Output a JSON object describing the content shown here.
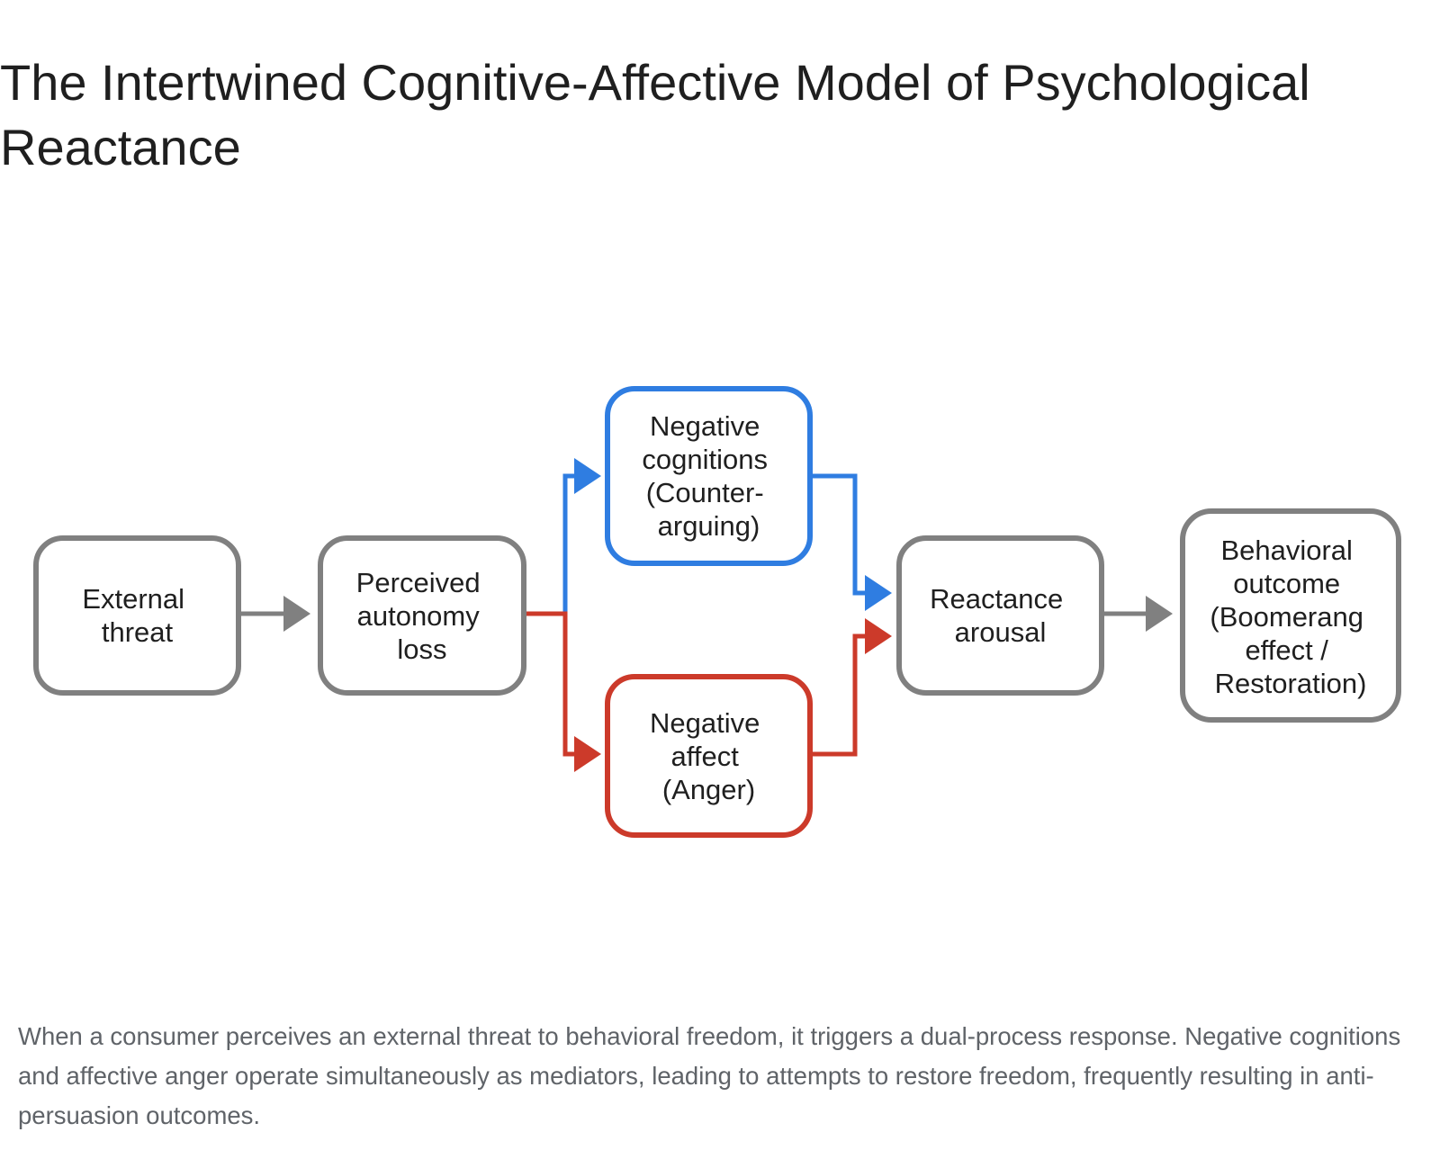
{
  "title": "The Intertwined Cognitive-Affective Model of Psychological Reactance",
  "caption": "When a consumer perceives an external threat to behavioral freedom, it triggers a dual-process response. Negative cognitions and affective anger operate simultaneously as mediators, leading to attempts to restore freedom, frequently resulting in anti-persuasion outcomes.",
  "colors": {
    "neutral": "#808080",
    "cognitive": "#2f7de1",
    "affective": "#cc3a2a",
    "text": "#1f1f1f",
    "caption": "#5f6368"
  },
  "nodes": {
    "external_threat": {
      "lines": [
        "External",
        "threat"
      ]
    },
    "autonomy_loss": {
      "lines": [
        "Perceived",
        "autonomy",
        "loss"
      ]
    },
    "negative_cognitions": {
      "lines": [
        "Negative",
        "cognitions",
        "(Counter-",
        "arguing)"
      ]
    },
    "negative_affect": {
      "lines": [
        "Negative",
        "affect",
        "(Anger)"
      ]
    },
    "reactance_arousal": {
      "lines": [
        "Reactance",
        "arousal"
      ]
    },
    "behavioral_outcome": {
      "lines": [
        "Behavioral",
        "outcome",
        "(Boomerang",
        "effect /",
        "Restoration)"
      ]
    }
  }
}
